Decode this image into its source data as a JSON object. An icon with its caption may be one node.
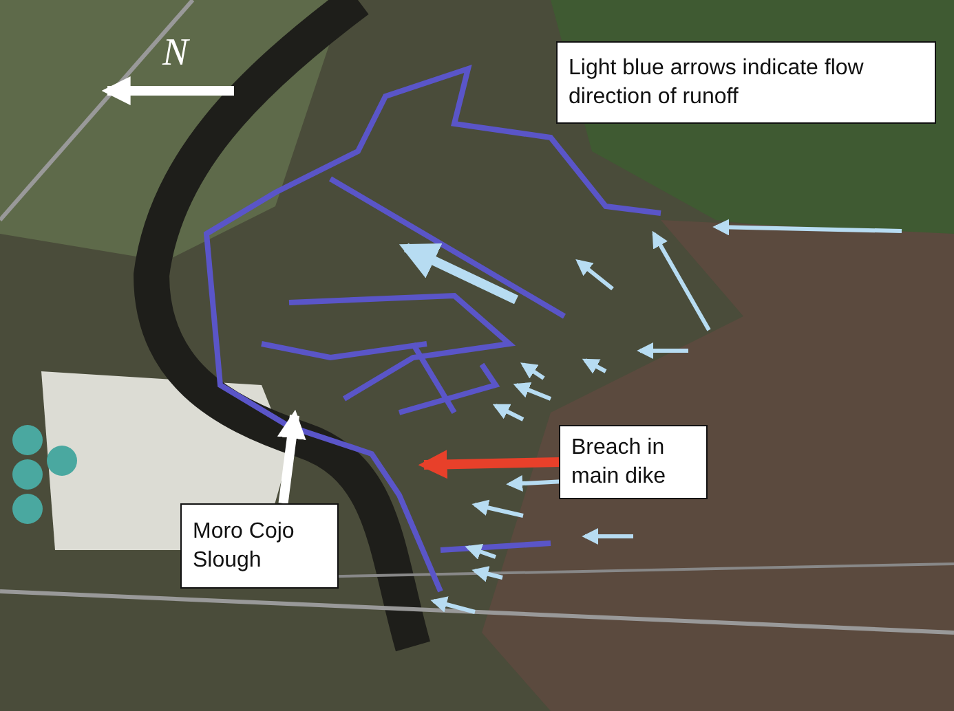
{
  "diagram": {
    "nodes": [
      {
        "text": [
          "Light blue arrows indicate flow direction of runoff"
        ]
      },
      {
        "text": [
          "Breach in main dike"
        ]
      },
      {
        "text": [
          "Moro Cojo Slough"
        ]
      }
    ],
    "edges": [
      {
        "from": 1,
        "to": null,
        "arrow": "to",
        "color": "#e8402a"
      },
      {
        "from": 2,
        "to": null,
        "arrow": "to",
        "color": "#ffffff"
      }
    ],
    "labels": [
      "N"
    ]
  }
}
